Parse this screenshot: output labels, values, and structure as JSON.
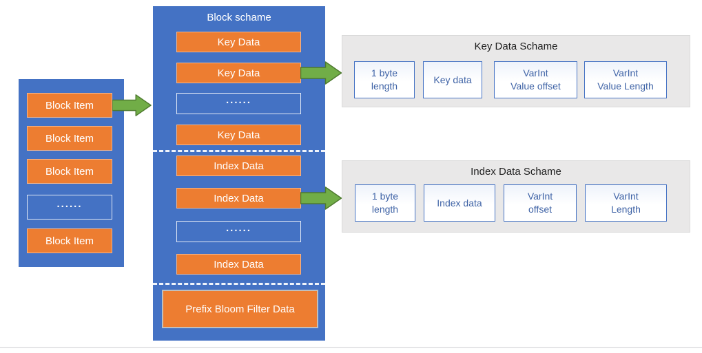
{
  "colors": {
    "container_blue": "#4472c4",
    "box_orange": "#ed7d31",
    "arrow_green": "#71ad47",
    "arrow_green_border": "#4e7a2f",
    "panel_gray": "#e9e8e8",
    "field_border_blue": "#4472c4",
    "field_text_blue": "#3f63a6",
    "box_text_white": "#ffffff",
    "panel_title_black": "#1f1f1f"
  },
  "left_column": {
    "items": [
      "Block Item",
      "Block Item",
      "Block Item",
      "......",
      "Block Item"
    ]
  },
  "block_scheme": {
    "title": "Block schame",
    "key_section": [
      "Key Data",
      "Key Data",
      "......",
      "Key Data"
    ],
    "index_section": [
      "Index Data",
      "Index Data",
      "......",
      "Index Data"
    ],
    "footer": "Prefix Bloom Filter Data"
  },
  "key_data_scheme": {
    "title": "Key Data Schame",
    "fields": [
      "1 byte\nlength",
      "Key data",
      "VarInt\nValue offset",
      "VarInt\nValue Length"
    ]
  },
  "index_data_scheme": {
    "title": "Index Data Schame",
    "fields": [
      "1 byte\nlength",
      "Index data",
      "VarInt\noffset",
      "VarInt\nLength"
    ]
  },
  "icons": {
    "arrow": "green-block-arrow-right"
  }
}
